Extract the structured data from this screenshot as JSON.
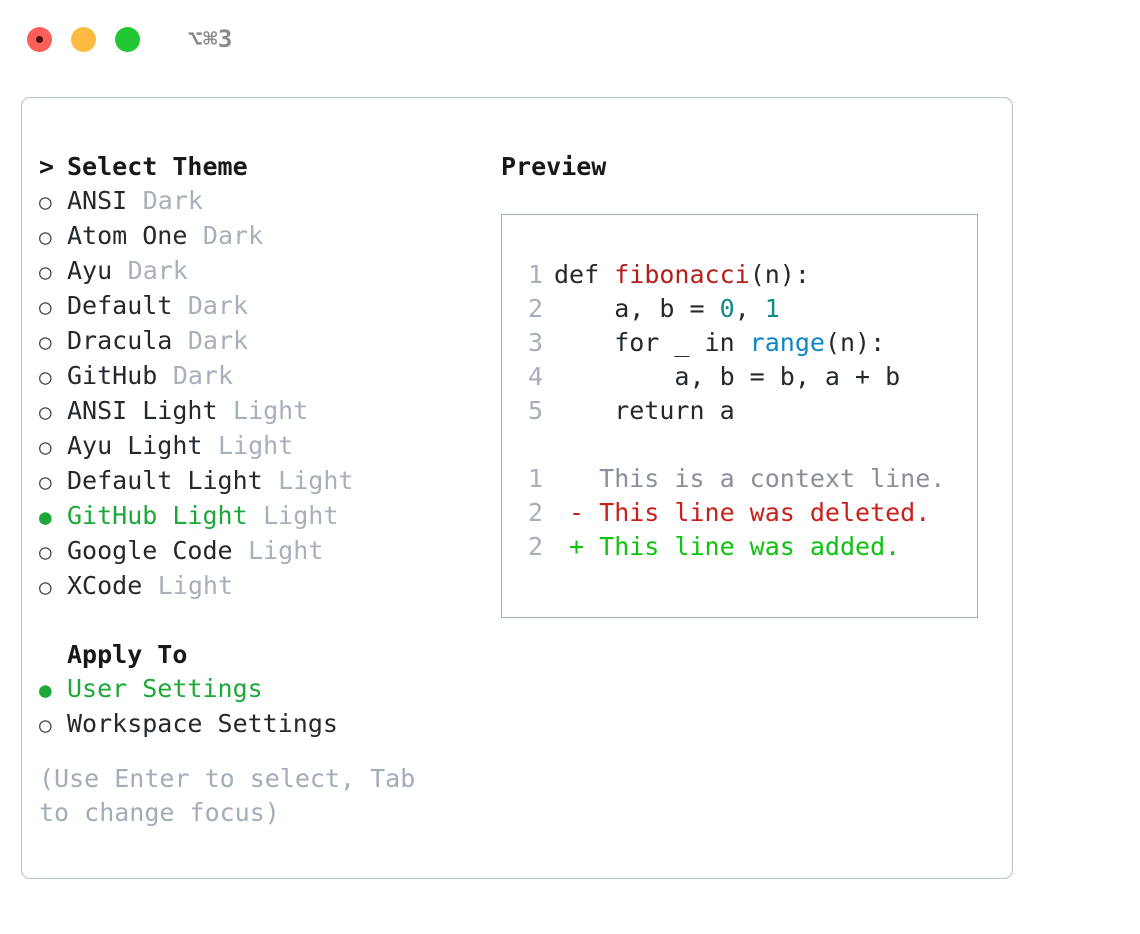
{
  "window": {
    "title": "⌥⌘3",
    "controls": [
      "close",
      "minimize",
      "maximize"
    ]
  },
  "theme_panel": {
    "heading": "Select Theme",
    "caret": ">",
    "marker_selected": "●",
    "marker_unselected": "○",
    "options": [
      {
        "label": "ANSI",
        "badge": "Dark",
        "selected": false
      },
      {
        "label": "Atom One",
        "badge": "Dark",
        "selected": false
      },
      {
        "label": "Ayu",
        "badge": "Dark",
        "selected": false
      },
      {
        "label": "Default",
        "badge": "Dark",
        "selected": false
      },
      {
        "label": "Dracula",
        "badge": "Dark",
        "selected": false
      },
      {
        "label": "GitHub",
        "badge": "Dark",
        "selected": false
      },
      {
        "label": "ANSI Light",
        "badge": "Light",
        "selected": false
      },
      {
        "label": "Ayu Light",
        "badge": "Light",
        "selected": false
      },
      {
        "label": "Default Light",
        "badge": "Light",
        "selected": false
      },
      {
        "label": "GitHub Light",
        "badge": "Light",
        "selected": true
      },
      {
        "label": "Google Code",
        "badge": "Light",
        "selected": false
      },
      {
        "label": "XCode",
        "badge": "Light",
        "selected": false
      }
    ]
  },
  "apply_to": {
    "heading": "Apply To",
    "options": [
      {
        "label": "User Settings",
        "badge": "",
        "selected": true
      },
      {
        "label": "Workspace Settings",
        "badge": "",
        "selected": false
      }
    ]
  },
  "hint": "(Use Enter to select, Tab to change focus)",
  "preview": {
    "heading": "Preview",
    "code_lines": [
      {
        "n": "1",
        "segments": [
          {
            "t": "def ",
            "c": "plain"
          },
          {
            "t": "fibonacci",
            "c": "fn"
          },
          {
            "t": "(n):",
            "c": "plain"
          }
        ]
      },
      {
        "n": "2",
        "segments": [
          {
            "t": "    a, b = ",
            "c": "plain"
          },
          {
            "t": "0",
            "c": "num"
          },
          {
            "t": ", ",
            "c": "plain"
          },
          {
            "t": "1",
            "c": "num"
          }
        ]
      },
      {
        "n": "3",
        "segments": [
          {
            "t": "    for _ in ",
            "c": "plain"
          },
          {
            "t": "range",
            "c": "call"
          },
          {
            "t": "(n):",
            "c": "plain"
          }
        ]
      },
      {
        "n": "4",
        "segments": [
          {
            "t": "        a, b = b, a + b",
            "c": "plain"
          }
        ]
      },
      {
        "n": "5",
        "segments": [
          {
            "t": "    return a",
            "c": "plain"
          }
        ]
      }
    ],
    "diff_lines": [
      {
        "n": "1",
        "segments": [
          {
            "t": "   This is a context line.",
            "c": "ctx"
          }
        ]
      },
      {
        "n": "2",
        "segments": [
          {
            "t": " - This line was deleted.",
            "c": "del"
          }
        ]
      },
      {
        "n": "2",
        "segments": [
          {
            "t": " + This line was added.",
            "c": "add"
          }
        ]
      }
    ]
  },
  "colors": {
    "selected_green": "#1ea83a",
    "added_green": "#10c210",
    "deleted_red": "#c8201a",
    "function_red": "#b3201b",
    "number_teal": "#0f8b84",
    "call_blue": "#0d87c4",
    "muted_grey": "#a7b0bb",
    "border": "#b7c0cc",
    "preview_border": "#9fadbd",
    "traffic_red": "#fb5f57",
    "traffic_yellow": "#fcbb40",
    "traffic_green": "#21c831"
  }
}
